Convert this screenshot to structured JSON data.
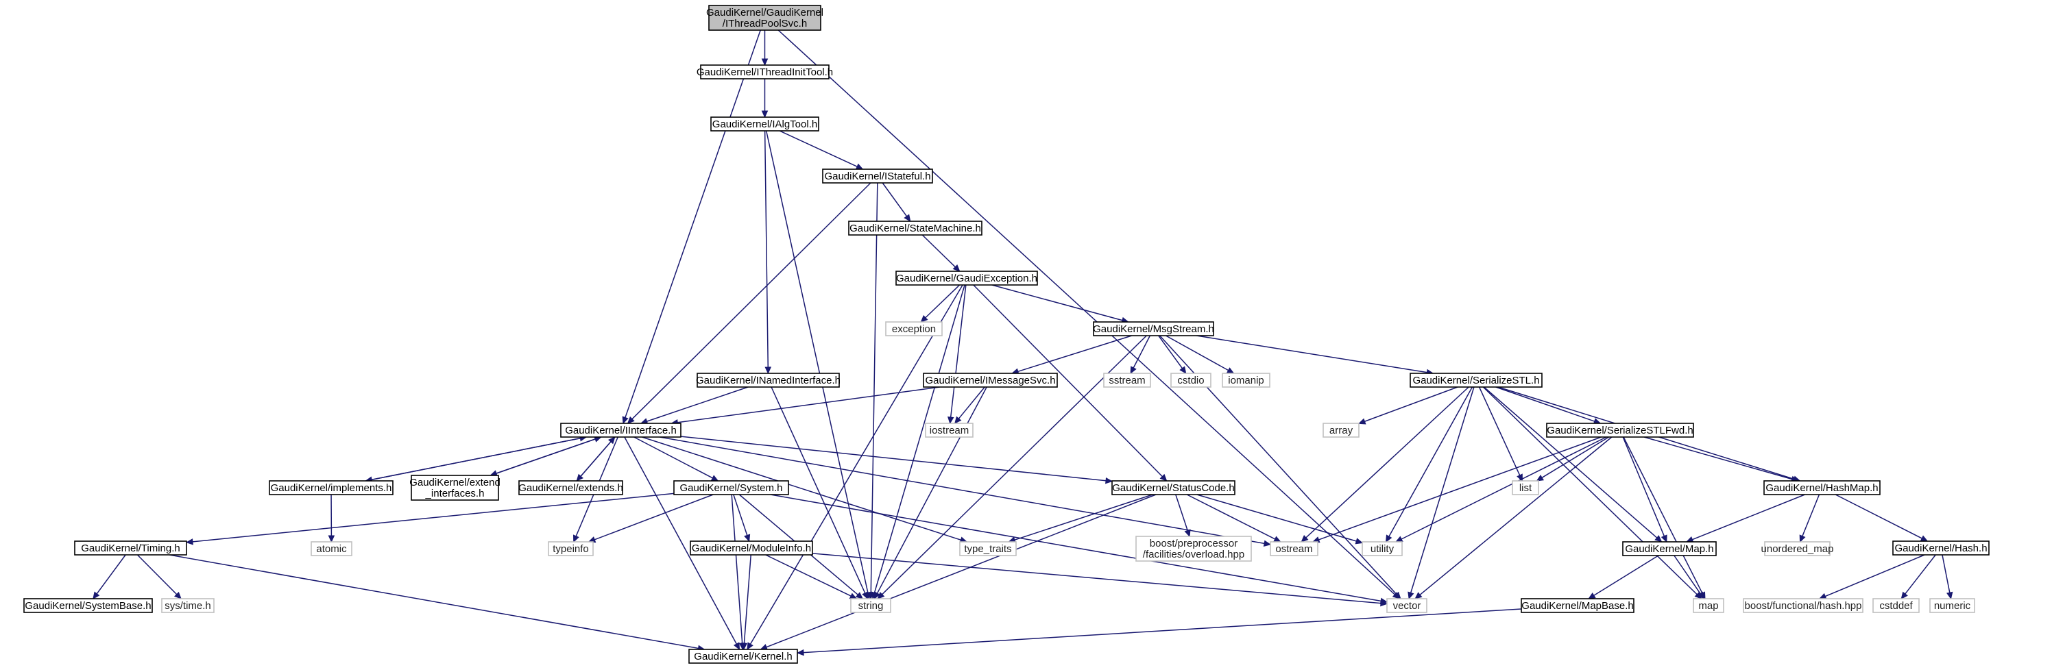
{
  "graph": {
    "colors": {
      "edge": "#191970",
      "root_fill": "#bfbfbf",
      "border": "#000000",
      "external_border": "#bfbfbf"
    },
    "nodes": [
      {
        "id": "itpsvc",
        "lines": [
          "GaudiKernel/GaudiKernel",
          "/IThreadPoolSvc.h"
        ],
        "kind": "root"
      },
      {
        "id": "itinit",
        "lines": [
          "GaudiKernel/IThreadInitTool.h"
        ],
        "kind": "file"
      },
      {
        "id": "ialgtool",
        "lines": [
          "GaudiKernel/IAlgTool.h"
        ],
        "kind": "file"
      },
      {
        "id": "istateful",
        "lines": [
          "GaudiKernel/IStateful.h"
        ],
        "kind": "file"
      },
      {
        "id": "statemachine",
        "lines": [
          "GaudiKernel/StateMachine.h"
        ],
        "kind": "file"
      },
      {
        "id": "gaudiexc",
        "lines": [
          "GaudiKernel/GaudiException.h"
        ],
        "kind": "file"
      },
      {
        "id": "exception",
        "lines": [
          "exception"
        ],
        "kind": "external"
      },
      {
        "id": "msgstream",
        "lines": [
          "GaudiKernel/MsgStream.h"
        ],
        "kind": "file"
      },
      {
        "id": "inamed",
        "lines": [
          "GaudiKernel/INamedInterface.h"
        ],
        "kind": "file"
      },
      {
        "id": "imsgsvc",
        "lines": [
          "GaudiKernel/IMessageSvc.h"
        ],
        "kind": "file"
      },
      {
        "id": "sstream",
        "lines": [
          "sstream"
        ],
        "kind": "external"
      },
      {
        "id": "cstdio",
        "lines": [
          "cstdio"
        ],
        "kind": "external"
      },
      {
        "id": "iomanip",
        "lines": [
          "iomanip"
        ],
        "kind": "external"
      },
      {
        "id": "serstl",
        "lines": [
          "GaudiKernel/SerializeSTL.h"
        ],
        "kind": "file"
      },
      {
        "id": "iinterface",
        "lines": [
          "GaudiKernel/IInterface.h"
        ],
        "kind": "file"
      },
      {
        "id": "iostream",
        "lines": [
          "iostream"
        ],
        "kind": "external"
      },
      {
        "id": "array",
        "lines": [
          "array"
        ],
        "kind": "external"
      },
      {
        "id": "serstlfwd",
        "lines": [
          "GaudiKernel/SerializeSTLFwd.h"
        ],
        "kind": "file"
      },
      {
        "id": "implements",
        "lines": [
          "GaudiKernel/implements.h"
        ],
        "kind": "file"
      },
      {
        "id": "extiface",
        "lines": [
          "GaudiKernel/extend",
          "_interfaces.h"
        ],
        "kind": "file"
      },
      {
        "id": "extends",
        "lines": [
          "GaudiKernel/extends.h"
        ],
        "kind": "file"
      },
      {
        "id": "system",
        "lines": [
          "GaudiKernel/System.h"
        ],
        "kind": "file"
      },
      {
        "id": "statuscode",
        "lines": [
          "GaudiKernel/StatusCode.h"
        ],
        "kind": "file"
      },
      {
        "id": "list",
        "lines": [
          "list"
        ],
        "kind": "external"
      },
      {
        "id": "hashmap",
        "lines": [
          "GaudiKernel/HashMap.h"
        ],
        "kind": "file"
      },
      {
        "id": "atomic",
        "lines": [
          "atomic"
        ],
        "kind": "external"
      },
      {
        "id": "timing",
        "lines": [
          "GaudiKernel/Timing.h"
        ],
        "kind": "file"
      },
      {
        "id": "typeinfo",
        "lines": [
          "typeinfo"
        ],
        "kind": "external"
      },
      {
        "id": "moduleinfo",
        "lines": [
          "GaudiKernel/ModuleInfo.h"
        ],
        "kind": "file"
      },
      {
        "id": "typetraits",
        "lines": [
          "type_traits"
        ],
        "kind": "external"
      },
      {
        "id": "boostpp",
        "lines": [
          "boost/preprocessor",
          "/facilities/overload.hpp"
        ],
        "kind": "external"
      },
      {
        "id": "ostream",
        "lines": [
          "ostream"
        ],
        "kind": "external"
      },
      {
        "id": "utility",
        "lines": [
          "utility"
        ],
        "kind": "external"
      },
      {
        "id": "unordered",
        "lines": [
          "unordered_map"
        ],
        "kind": "external"
      },
      {
        "id": "hash",
        "lines": [
          "GaudiKernel/Hash.h"
        ],
        "kind": "file"
      },
      {
        "id": "mapfile",
        "lines": [
          "GaudiKernel/Map.h"
        ],
        "kind": "file"
      },
      {
        "id": "systembase",
        "lines": [
          "GaudiKernel/SystemBase.h"
        ],
        "kind": "file"
      },
      {
        "id": "systime",
        "lines": [
          "sys/time.h"
        ],
        "kind": "external"
      },
      {
        "id": "string",
        "lines": [
          "string"
        ],
        "kind": "external"
      },
      {
        "id": "vector",
        "lines": [
          "vector"
        ],
        "kind": "external"
      },
      {
        "id": "mapbase",
        "lines": [
          "GaudiKernel/MapBase.h"
        ],
        "kind": "file"
      },
      {
        "id": "map",
        "lines": [
          "map"
        ],
        "kind": "external"
      },
      {
        "id": "boosthash",
        "lines": [
          "boost/functional/hash.hpp"
        ],
        "kind": "external"
      },
      {
        "id": "cstddef",
        "lines": [
          "cstddef"
        ],
        "kind": "external"
      },
      {
        "id": "numeric",
        "lines": [
          "numeric"
        ],
        "kind": "external"
      },
      {
        "id": "kernel",
        "lines": [
          "GaudiKernel/Kernel.h"
        ],
        "kind": "file"
      }
    ],
    "edges": [
      [
        "itpsvc",
        "itinit"
      ],
      [
        "itpsvc",
        "iinterface"
      ],
      [
        "itpsvc",
        "vector"
      ],
      [
        "itinit",
        "ialgtool"
      ],
      [
        "ialgtool",
        "istateful"
      ],
      [
        "ialgtool",
        "inamed"
      ],
      [
        "ialgtool",
        "string"
      ],
      [
        "istateful",
        "iinterface"
      ],
      [
        "istateful",
        "statemachine"
      ],
      [
        "istateful",
        "string"
      ],
      [
        "statemachine",
        "gaudiexc"
      ],
      [
        "gaudiexc",
        "exception"
      ],
      [
        "gaudiexc",
        "msgstream"
      ],
      [
        "gaudiexc",
        "string"
      ],
      [
        "gaudiexc",
        "iostream"
      ],
      [
        "gaudiexc",
        "statuscode"
      ],
      [
        "gaudiexc",
        "kernel"
      ],
      [
        "msgstream",
        "imsgsvc"
      ],
      [
        "msgstream",
        "sstream"
      ],
      [
        "msgstream",
        "cstdio"
      ],
      [
        "msgstream",
        "iomanip"
      ],
      [
        "msgstream",
        "serstl"
      ],
      [
        "msgstream",
        "string"
      ],
      [
        "msgstream",
        "vector"
      ],
      [
        "inamed",
        "iinterface"
      ],
      [
        "inamed",
        "string"
      ],
      [
        "imsgsvc",
        "iinterface"
      ],
      [
        "imsgsvc",
        "iostream"
      ],
      [
        "imsgsvc",
        "string"
      ],
      [
        "serstl",
        "array"
      ],
      [
        "serstl",
        "serstlfwd"
      ],
      [
        "serstl",
        "hashmap"
      ],
      [
        "serstl",
        "list"
      ],
      [
        "serstl",
        "ostream"
      ],
      [
        "serstl",
        "utility"
      ],
      [
        "serstl",
        "vector"
      ],
      [
        "serstl",
        "mapfile"
      ],
      [
        "serstl",
        "map"
      ],
      [
        "iinterface",
        "implements"
      ],
      [
        "iinterface",
        "extiface"
      ],
      [
        "iinterface",
        "extends"
      ],
      [
        "iinterface",
        "system"
      ],
      [
        "iinterface",
        "statuscode"
      ],
      [
        "iinterface",
        "typeinfo"
      ],
      [
        "iinterface",
        "typetraits"
      ],
      [
        "iinterface",
        "ostream"
      ],
      [
        "iinterface",
        "kernel"
      ],
      [
        "implements",
        "iinterface"
      ],
      [
        "implements",
        "atomic"
      ],
      [
        "extiface",
        "iinterface"
      ],
      [
        "extends",
        "iinterface"
      ],
      [
        "serstlfwd",
        "list"
      ],
      [
        "serstlfwd",
        "ostream"
      ],
      [
        "serstlfwd",
        "utility"
      ],
      [
        "serstlfwd",
        "vector"
      ],
      [
        "serstlfwd",
        "hashmap"
      ],
      [
        "serstlfwd",
        "mapfile"
      ],
      [
        "serstlfwd",
        "map"
      ],
      [
        "system",
        "timing"
      ],
      [
        "system",
        "typeinfo"
      ],
      [
        "system",
        "moduleinfo"
      ],
      [
        "system",
        "string"
      ],
      [
        "system",
        "vector"
      ],
      [
        "system",
        "kernel"
      ],
      [
        "statuscode",
        "typetraits"
      ],
      [
        "statuscode",
        "boostpp"
      ],
      [
        "statuscode",
        "ostream"
      ],
      [
        "statuscode",
        "utility"
      ],
      [
        "statuscode",
        "kernel"
      ],
      [
        "hashmap",
        "unordered"
      ],
      [
        "hashmap",
        "hash"
      ],
      [
        "hashmap",
        "mapfile"
      ],
      [
        "timing",
        "systembase"
      ],
      [
        "timing",
        "systime"
      ],
      [
        "timing",
        "kernel"
      ],
      [
        "moduleinfo",
        "string"
      ],
      [
        "moduleinfo",
        "vector"
      ],
      [
        "moduleinfo",
        "kernel"
      ],
      [
        "hash",
        "boosthash"
      ],
      [
        "hash",
        "cstddef"
      ],
      [
        "hash",
        "numeric"
      ],
      [
        "mapfile",
        "mapbase"
      ],
      [
        "mapfile",
        "map"
      ],
      [
        "mapbase",
        "kernel"
      ]
    ]
  }
}
